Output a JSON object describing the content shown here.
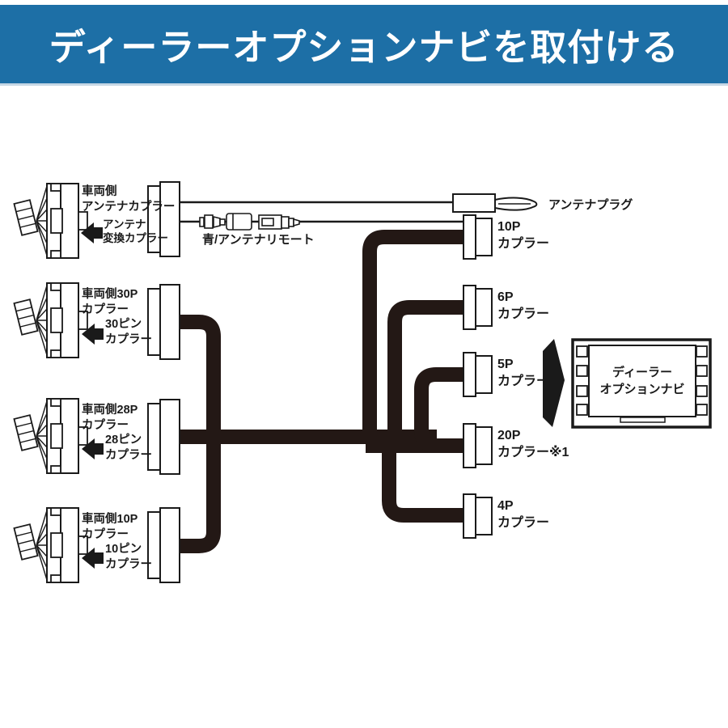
{
  "banner": {
    "title": "ディーラーオプションナビを取付ける",
    "bg_color": "#1d6fa6",
    "text_color": "#ffffff"
  },
  "diagram": {
    "wire_color": "#231815",
    "line_color": "#1a1a1a",
    "antenna": {
      "plug_label": "アンテナプラグ",
      "remote_label": "青/アンテナリモート"
    },
    "left_groups": [
      {
        "vehicle_label": "車両側\nアンテナカプラー",
        "pin_label": "アンテナ\n変換カプラー"
      },
      {
        "vehicle_label": "車両側30P\nカプラー",
        "pin_label": "30ピン\nカプラー"
      },
      {
        "vehicle_label": "車両側28P\nカプラー",
        "pin_label": "28ピン\nカプラー"
      },
      {
        "vehicle_label": "車両側10P\nカプラー",
        "pin_label": "10ピン\nカプラー"
      }
    ],
    "right_connectors": [
      {
        "label": "10P\nカプラー"
      },
      {
        "label": "6P\nカプラー"
      },
      {
        "label": "5P\nカプラー"
      },
      {
        "label": "20P\nカプラー※1"
      },
      {
        "label": "4P\nカプラー"
      }
    ],
    "navi": {
      "label": "ディーラー\nオプションナビ"
    }
  }
}
